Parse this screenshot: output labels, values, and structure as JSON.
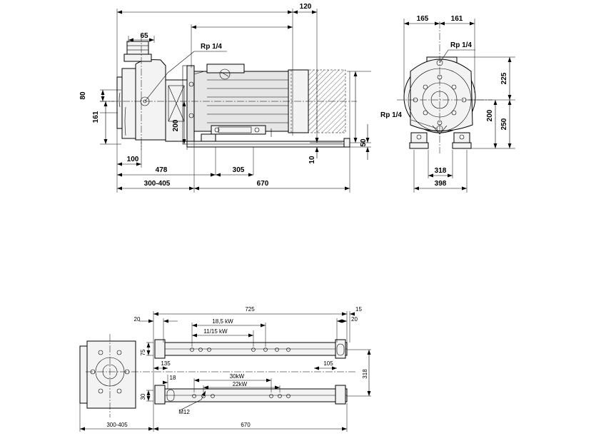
{
  "side_view": {
    "dims": {
      "d120": "120",
      "d65": "65",
      "rp_top": "Rp 1/4",
      "d80": "80",
      "d161": "161",
      "d200": "200",
      "d10": "10",
      "d50": "50",
      "d100": "100",
      "d478": "478",
      "d305": "305",
      "d300_405": "300-405",
      "d670": "670"
    }
  },
  "end_view": {
    "dims": {
      "d165": "165",
      "d161": "161",
      "rp_top": "Rp 1/4",
      "rp_bottom": "Rp 1/4",
      "d225": "225",
      "d200": "200",
      "d250": "250",
      "d318": "318",
      "d398": "398"
    }
  },
  "base_plan": {
    "dims": {
      "d725": "725",
      "d15": "15",
      "d20_left": "20",
      "d20_right": "20",
      "p18_5kw": "18,5 kW",
      "p11_15kw": "11/15 kW",
      "d75": "75",
      "d135": "135",
      "d105": "105",
      "d318": "318",
      "d18": "18",
      "p30kw": "30kW",
      "p22kw": "22kW",
      "d30": "30",
      "m12": "M12",
      "d300_405": "300-405",
      "d670": "670"
    }
  }
}
